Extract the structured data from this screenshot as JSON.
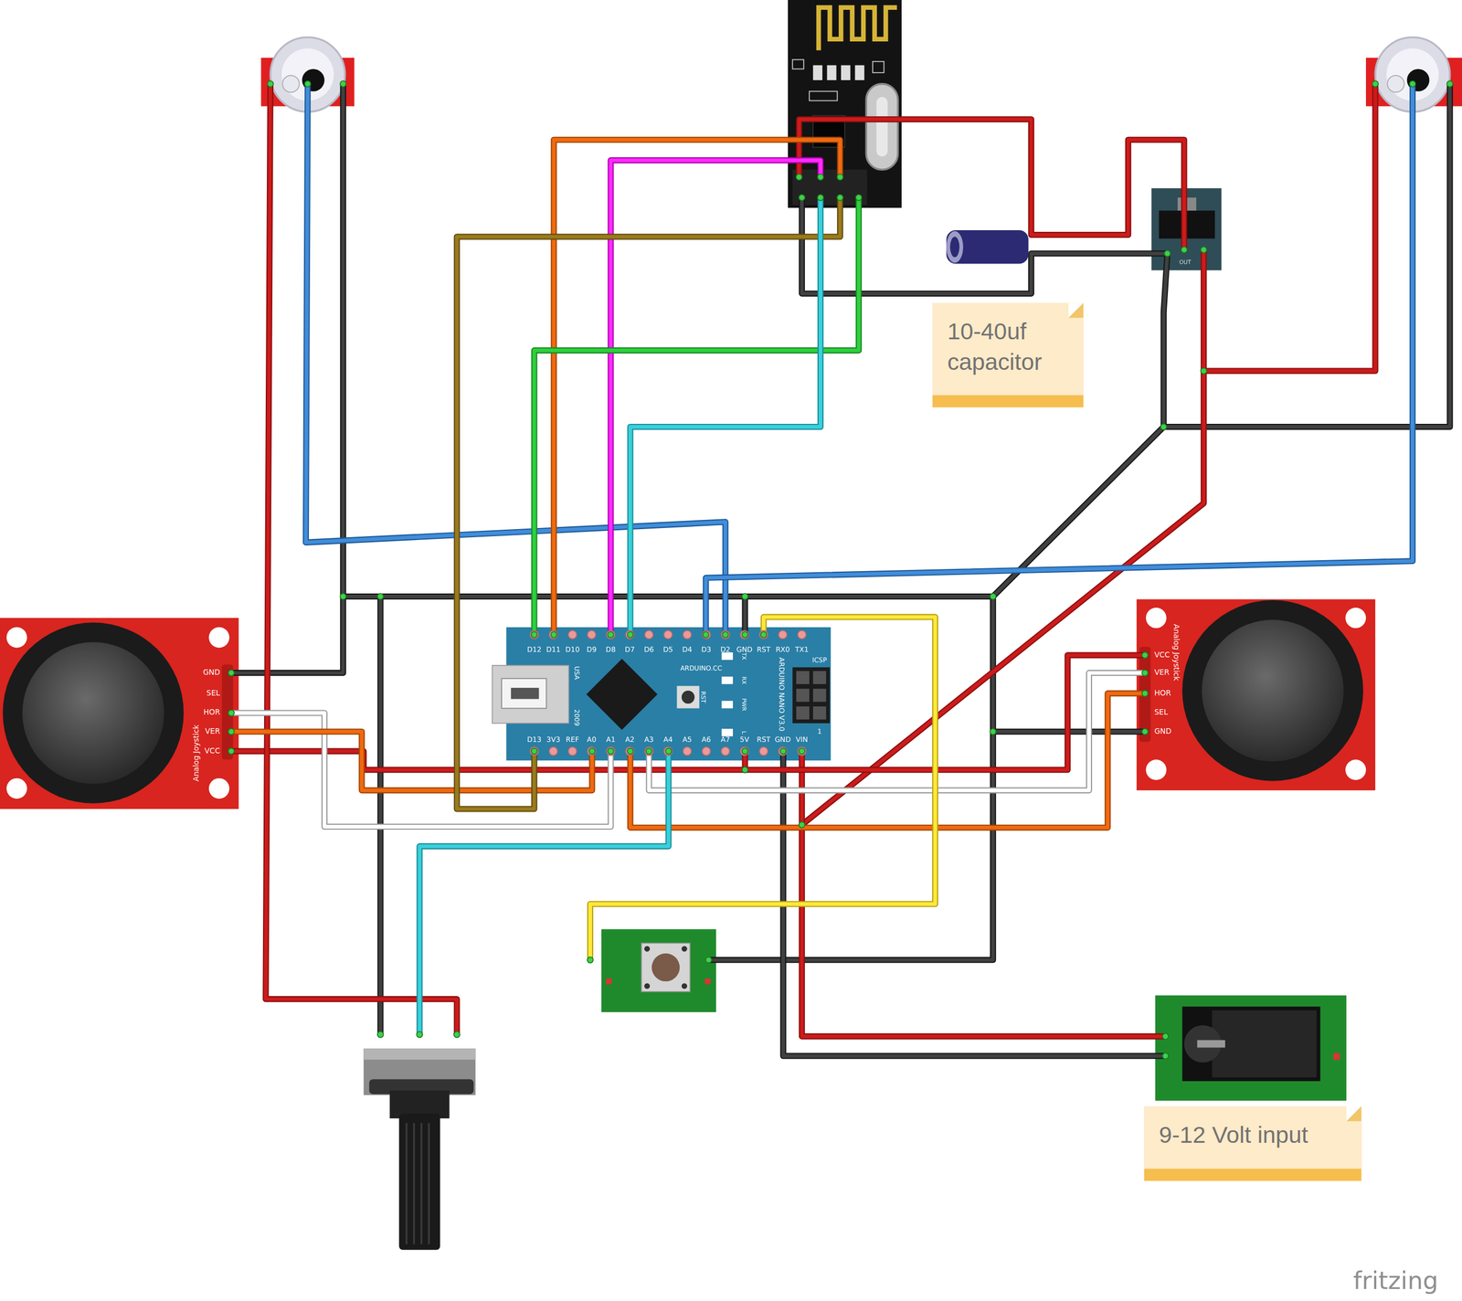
{
  "diagram": {
    "nodes": [
      {
        "text": [
          "10-40uf capacitor"
        ]
      },
      {
        "text": [
          "9-12 Volt input"
        ]
      }
    ],
    "labels": [
      "D12",
      "D11",
      "D10",
      "D9",
      "D8",
      "D7",
      "D6",
      "D5",
      "D4",
      "D3",
      "D2",
      "GND",
      "RST",
      "RX0",
      "TX1",
      "D13",
      "3V3",
      "REF",
      "A0",
      "A1",
      "A2",
      "A3",
      "A4",
      "A5",
      "A6",
      "A7",
      "5V",
      "RST",
      "GND",
      "VIN",
      "USA",
      "2009",
      "ARDUINO.CC",
      "TX",
      "RX",
      "PWR",
      "L",
      "RST",
      "ARDUINO NANO V3.0",
      "ICSP",
      "1",
      "GND",
      "SEL",
      "HOR",
      "VER",
      "VCC",
      "Analog Joystick",
      "VCC",
      "VER",
      "HOR",
      "SEL",
      "GND",
      "Analog Joystick",
      "OUT",
      "fritzing"
    ]
  }
}
